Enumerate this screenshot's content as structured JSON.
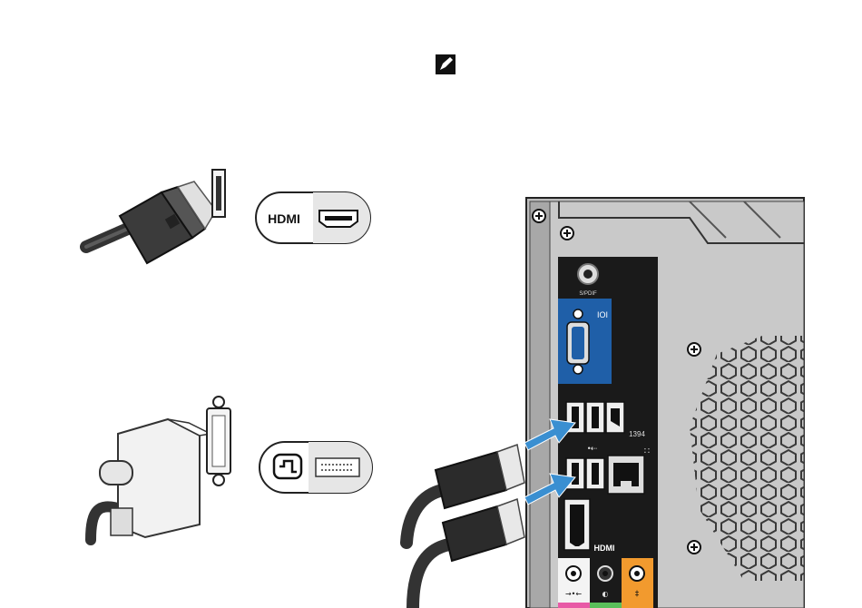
{
  "note_icon": "pencil-note-icon",
  "hdmi_panel": {
    "logo_text": "HDMI",
    "connector_icon": "hdmi-port-icon"
  },
  "dvi_panel": {
    "adapter_icon": "dvi-adapter-icon",
    "connector_icon": "dvi-port-icon"
  },
  "rear_panel": {
    "spdif_label": "S/PDIF",
    "vga_label": "IOI",
    "firewire_label": "1394",
    "usb_label": "•⇠",
    "network_label": "∷",
    "hdmi_label": "HDMI",
    "audio_jacks": [
      {
        "name": "line-in",
        "color": "#e85aa6",
        "symbol": "→•←"
      },
      {
        "name": "line-out",
        "color": "#5abf5a",
        "symbol": "◐"
      },
      {
        "name": "mic",
        "color": "#f29a2e",
        "symbol": "‡"
      }
    ]
  },
  "colors": {
    "arrow_blue": "#3a8fd1",
    "vga_blue": "#1f5fa8",
    "chassis_gray": "#bfbfbf",
    "port_panel_black": "#1a1a1a"
  }
}
